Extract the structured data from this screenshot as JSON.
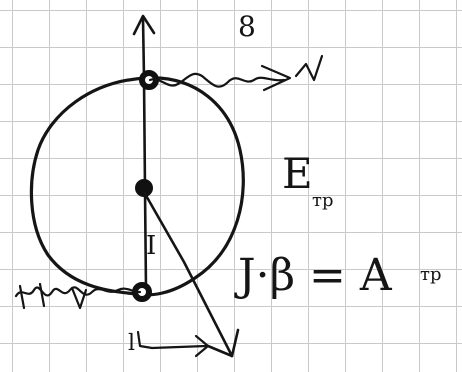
{
  "labels": {
    "top_mark": "8",
    "center_mark": "I",
    "field_label": "E",
    "field_subscript": "тр",
    "equation": "J·β = A",
    "equation_subscript": "тр",
    "bottom_mark": "l"
  },
  "colors": {
    "ink": "#151515",
    "grid": "#c9c9c9",
    "paper": "#ffffff"
  }
}
